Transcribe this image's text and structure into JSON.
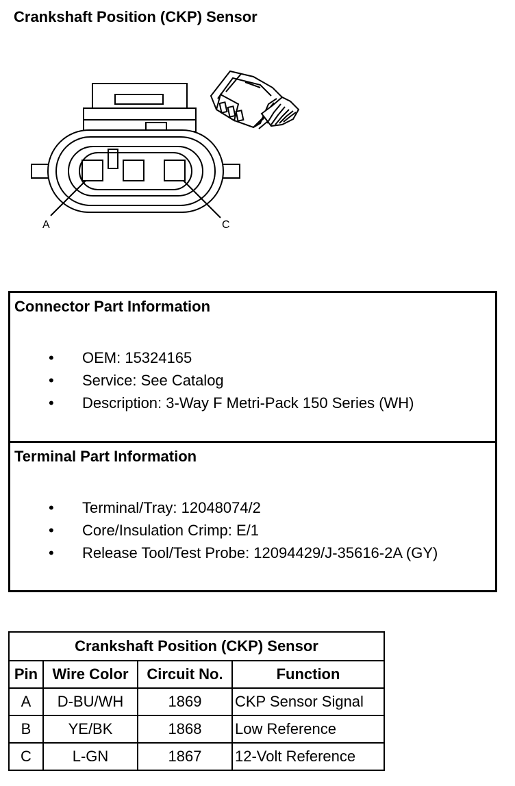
{
  "page": {
    "title": "Crankshaft Position (CKP) Sensor"
  },
  "diagram": {
    "labels": {
      "pin_a": "A",
      "pin_c": "C"
    }
  },
  "connector_info": {
    "heading": "Connector Part Information",
    "items": [
      "OEM: 15324165",
      "Service: See Catalog",
      "Description: 3-Way F Metri-Pack 150 Series (WH)"
    ]
  },
  "terminal_info": {
    "heading": "Terminal Part Information",
    "items": [
      "Terminal/Tray: 12048074/2",
      "Core/Insulation Crimp: E/1",
      "Release Tool/Test Probe: 12094429/J-35616-2A (GY)"
    ]
  },
  "pin_table": {
    "caption": "Crankshaft Position (CKP) Sensor",
    "headers": [
      "Pin",
      "Wire Color",
      "Circuit No.",
      "Function"
    ],
    "rows": [
      [
        "A",
        "D-BU/WH",
        "1869",
        "CKP Sensor Signal"
      ],
      [
        "B",
        "YE/BK",
        "1868",
        "Low Reference"
      ],
      [
        "C",
        "L-GN",
        "1867",
        "12-Volt Reference"
      ]
    ]
  },
  "bullet_symbol": "•"
}
